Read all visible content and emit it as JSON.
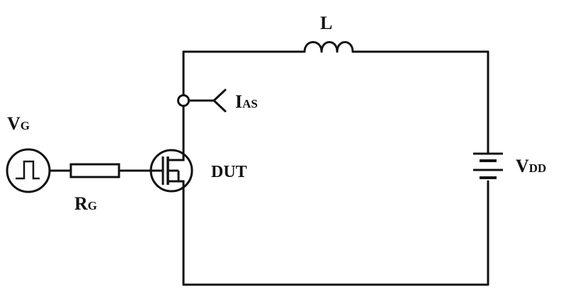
{
  "labels": {
    "inductor": "L",
    "current_main": "I",
    "current_sub": "AS",
    "gate_source_main": "V",
    "gate_source_sub": "G",
    "gate_resistor_main": "R",
    "gate_resistor_sub": "G",
    "device": "DUT",
    "supply_main": "V",
    "supply_sub": "DD"
  },
  "colors": {
    "stroke": "#111111",
    "background": "#ffffff"
  }
}
